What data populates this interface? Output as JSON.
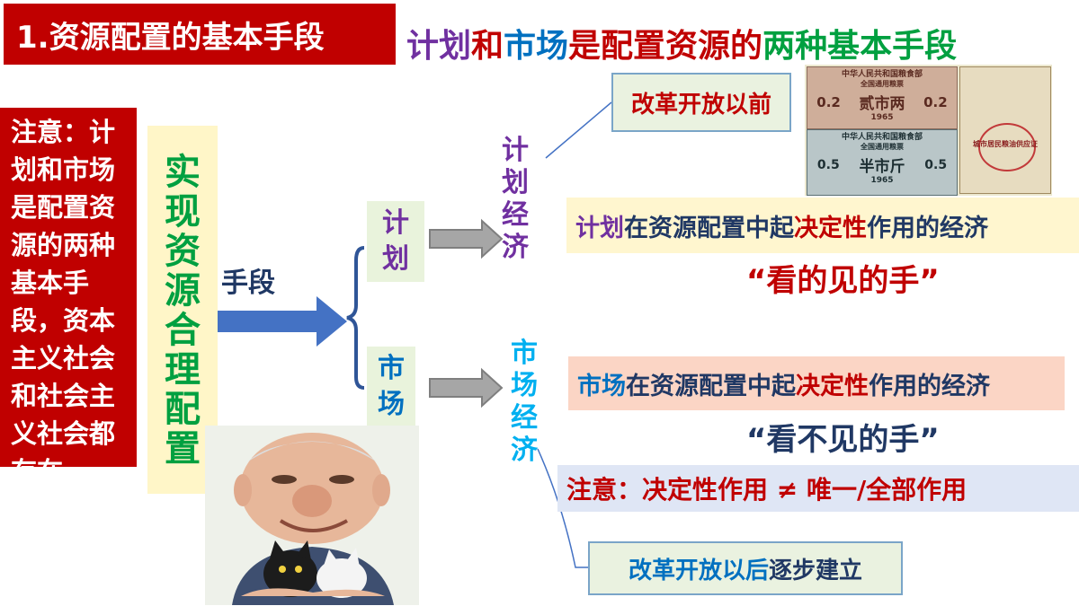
{
  "title": "1.资源配置的基本手段",
  "headline": {
    "p1": "计划",
    "p2": "和",
    "p3": "市场",
    "p4": "是配置资源的",
    "p5": "两种基本手段"
  },
  "note": "注意：计划和市场是配置资源的两种基本手段，资本主义社会和社会主义社会都存在",
  "vertical_title": [
    "实",
    "现",
    "资",
    "源",
    "合",
    "理",
    "配",
    "置"
  ],
  "means_label": "手段",
  "branch_plan": [
    "计",
    "划"
  ],
  "branch_market": [
    "市",
    "场"
  ],
  "plan_economy": [
    "计",
    "划",
    "经",
    "济"
  ],
  "market_economy": [
    "市",
    "场",
    "经",
    "济"
  ],
  "before_reform": "改革开放以前",
  "coupon": {
    "top_header": "中华人民共和国粮食部",
    "top_sub": "全国通用粮票",
    "top_value_left": "0.2",
    "top_amount": "贰市两",
    "top_value_right": "0.2",
    "top_year": "1965",
    "bottom_header": "中华人民共和国粮食部",
    "bottom_sub": "全国通用粮票",
    "bottom_value_left": "0.5",
    "bottom_amount": "半市斤",
    "bottom_value_right": "0.5",
    "bottom_year": "1965",
    "right_text": "城市居民粮油供应证"
  },
  "plan_desc": {
    "a": "计划",
    "b": "在资源配置中起",
    "c": "决定性",
    "d": "作用的经济"
  },
  "visible_hand": "“看的见的手”",
  "market_desc": {
    "a": "市场",
    "b": "在资源配置中起",
    "c": "决定性",
    "d": "作用的经济"
  },
  "invisible_hand": "“看不见的手”",
  "warning": "注意：决定性作用 ≠ 唯一/全部作用",
  "after_reform": {
    "a": "改革开放以后",
    "b": "逐步建立"
  }
}
